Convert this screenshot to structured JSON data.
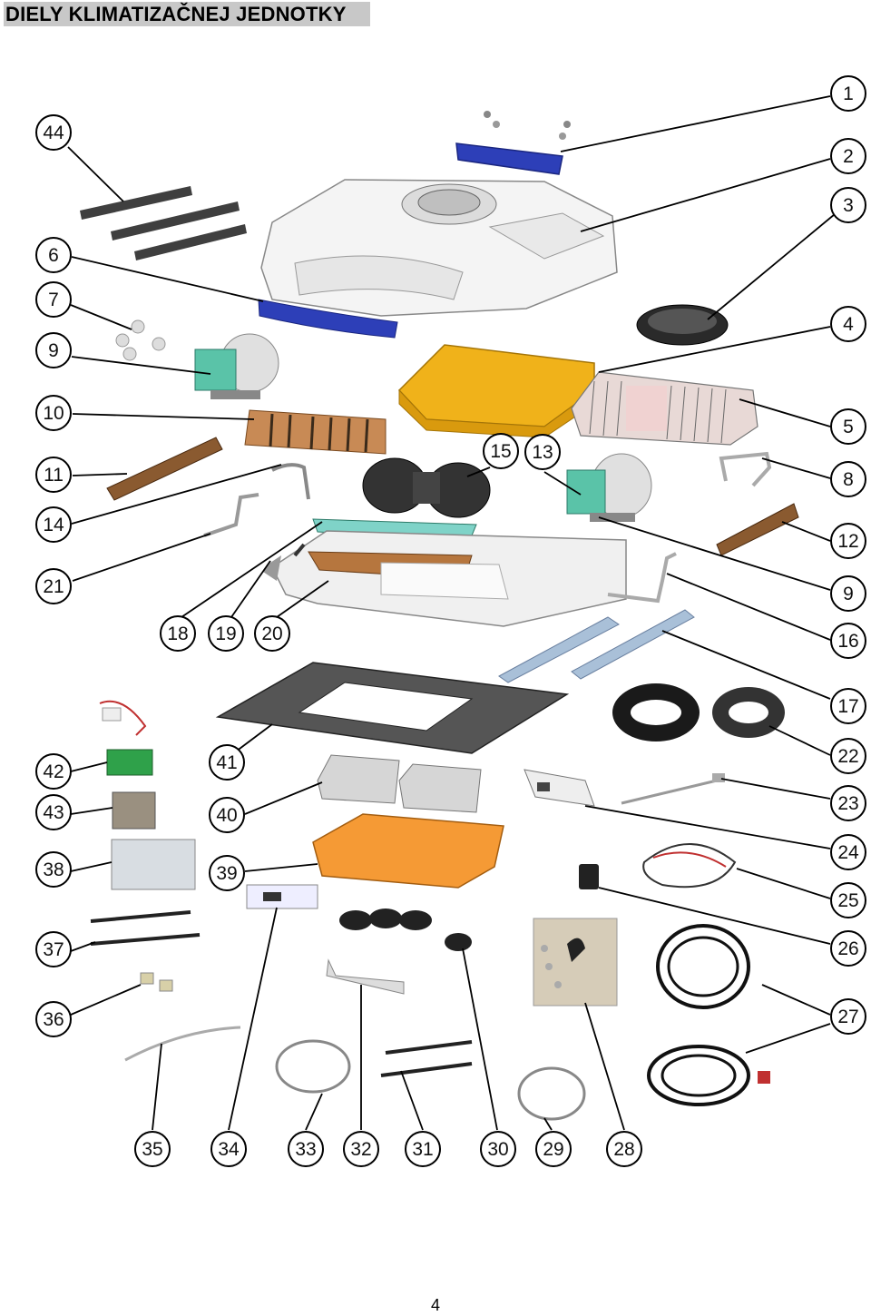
{
  "header": {
    "title": "DIELY KLIMATIZAČNEJ JEDNOTKY"
  },
  "footer": {
    "page_number": "4"
  },
  "callouts": [
    {
      "label": "1"
    },
    {
      "label": "2"
    },
    {
      "label": "3"
    },
    {
      "label": "4"
    },
    {
      "label": "5"
    },
    {
      "label": "6"
    },
    {
      "label": "7"
    },
    {
      "label": "8"
    },
    {
      "label": "9"
    },
    {
      "label": "9"
    },
    {
      "label": "10"
    },
    {
      "label": "11"
    },
    {
      "label": "12"
    },
    {
      "label": "13"
    },
    {
      "label": "14"
    },
    {
      "label": "15"
    },
    {
      "label": "16"
    },
    {
      "label": "17"
    },
    {
      "label": "18"
    },
    {
      "label": "19"
    },
    {
      "label": "20"
    },
    {
      "label": "21"
    },
    {
      "label": "22"
    },
    {
      "label": "23"
    },
    {
      "label": "24"
    },
    {
      "label": "25"
    },
    {
      "label": "26"
    },
    {
      "label": "27"
    },
    {
      "label": "28"
    },
    {
      "label": "29"
    },
    {
      "label": "30"
    },
    {
      "label": "31"
    },
    {
      "label": "32"
    },
    {
      "label": "33"
    },
    {
      "label": "34"
    },
    {
      "label": "35"
    },
    {
      "label": "36"
    },
    {
      "label": "37"
    },
    {
      "label": "38"
    },
    {
      "label": "39"
    },
    {
      "label": "40"
    },
    {
      "label": "41"
    },
    {
      "label": "42"
    },
    {
      "label": "43"
    },
    {
      "label": "44"
    }
  ],
  "colors": {
    "blue_part": "#2d3fb8",
    "yellow_part": "#f0b21a",
    "orange_tray": "#f59a35",
    "copper_coil": "#b7753f",
    "teal_board": "#7fd3c8",
    "dark_gray": "#3f3f3f"
  }
}
